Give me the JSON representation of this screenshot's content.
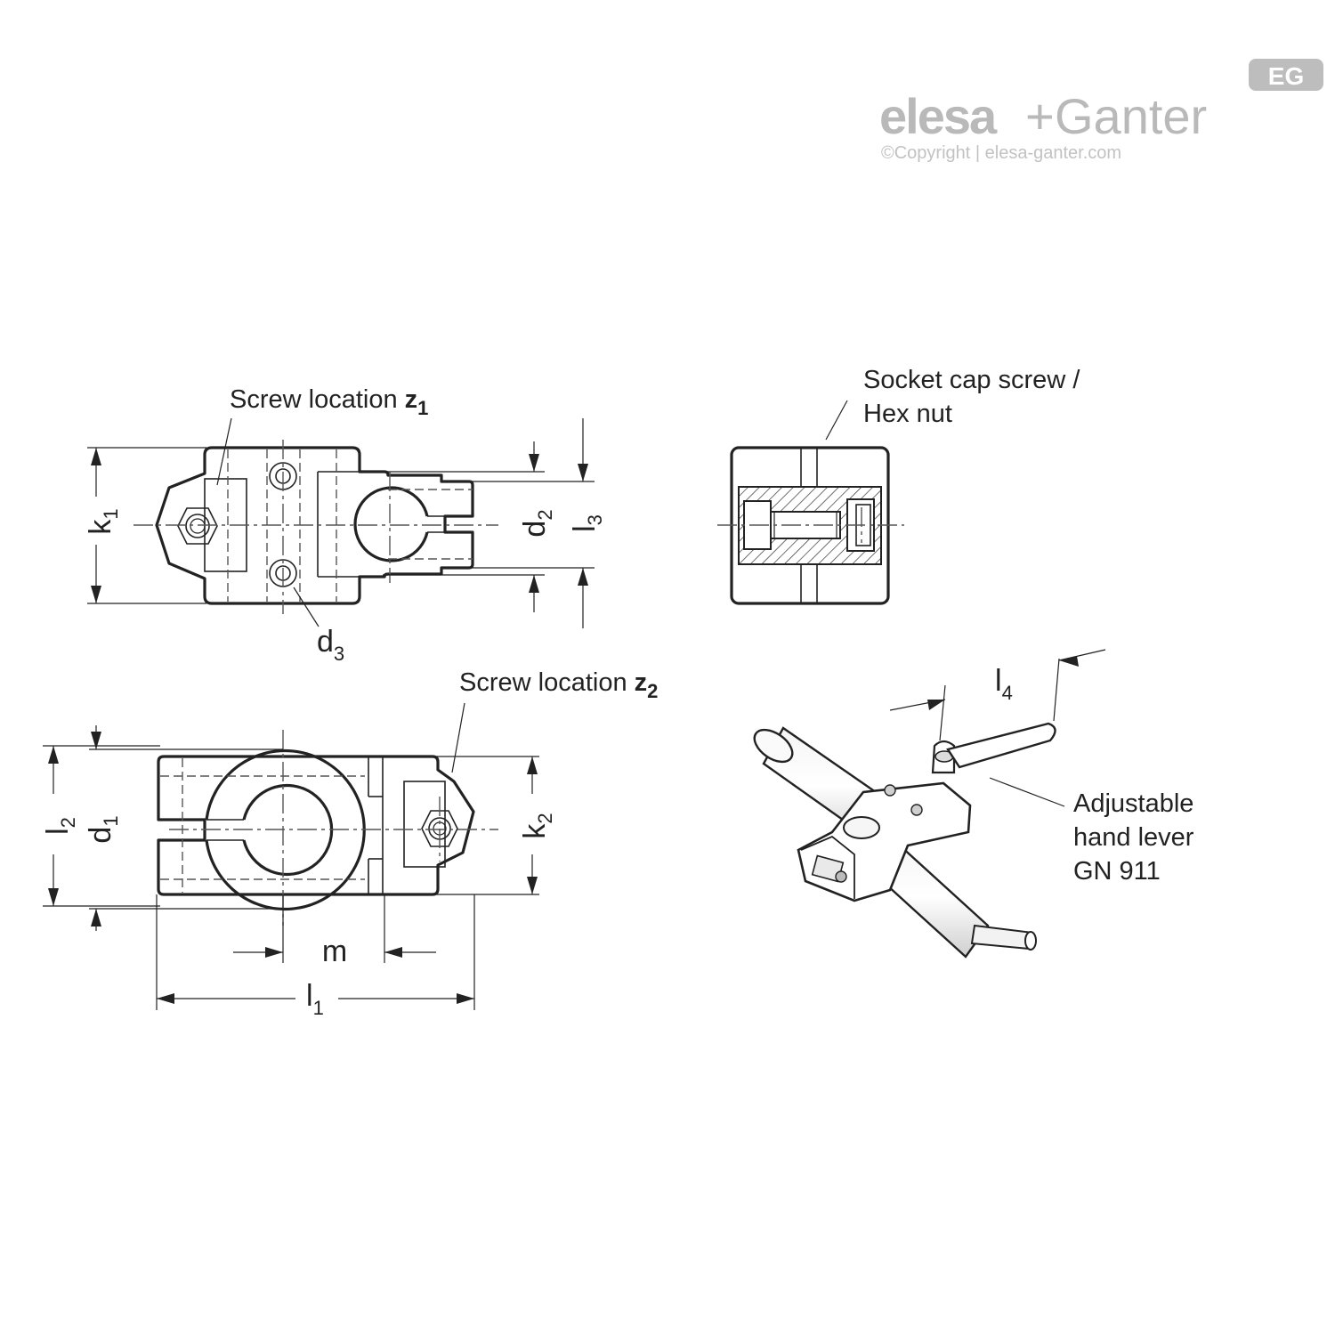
{
  "logo": {
    "brand_left": "elesa",
    "plus": "+",
    "brand_right": "Ganter",
    "badge": "EG",
    "copyright": "©Copyright | elesa-ganter.com"
  },
  "callouts": {
    "screw_location_z1": {
      "text": "Screw location ",
      "symbol": "z",
      "sub": "1"
    },
    "screw_location_z2": {
      "text": "Screw location ",
      "symbol": "z",
      "sub": "2"
    },
    "socket_cap_line1": "Socket cap screw /",
    "socket_cap_line2": "Hex nut",
    "lever_line1": "Adjustable",
    "lever_line2": "hand lever",
    "lever_line3": "GN 911"
  },
  "dimensions": {
    "k1": {
      "base": "k",
      "sub": "1"
    },
    "d2": {
      "base": "d",
      "sub": "2"
    },
    "l3": {
      "base": "l",
      "sub": "3"
    },
    "d3": {
      "base": "d",
      "sub": "3"
    },
    "l4": {
      "base": "l",
      "sub": "4"
    },
    "l2": {
      "base": "l",
      "sub": "2"
    },
    "d1": {
      "base": "d",
      "sub": "1"
    },
    "k2": {
      "base": "k",
      "sub": "2"
    },
    "m": {
      "base": "m"
    },
    "l1": {
      "base": "l",
      "sub": "1"
    }
  }
}
